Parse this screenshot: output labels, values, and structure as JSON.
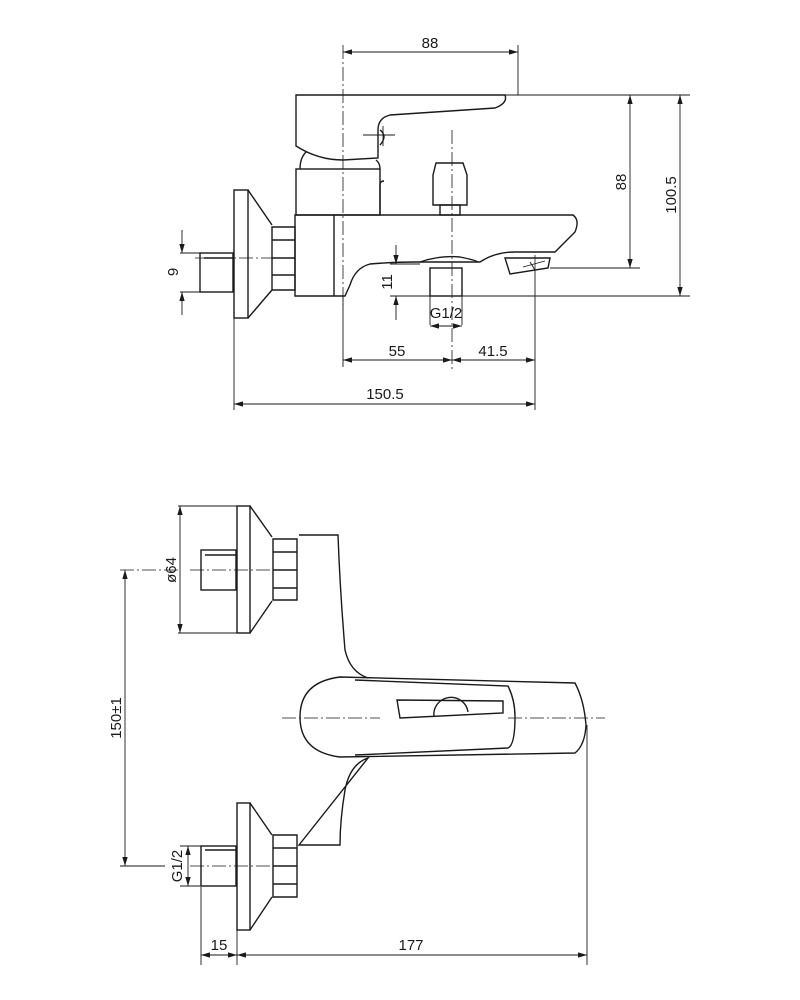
{
  "side_view": {
    "dim_handle_width": "88",
    "dim_spout_height": "88",
    "dim_total_height": "100.5",
    "dim_inlet_offset": "9",
    "dim_outlet_height": "11",
    "dim_outlet_thread": "G1/2",
    "dim_outlet_to_body": "55",
    "dim_outlet_to_spout": "41.5",
    "dim_total_depth": "150.5"
  },
  "front_view": {
    "dim_flange_diameter": "ø64",
    "dim_inlet_spacing": "150±1",
    "dim_inlet_thread": "G1/2",
    "dim_nipple_length": "15",
    "dim_total_projection": "177"
  }
}
